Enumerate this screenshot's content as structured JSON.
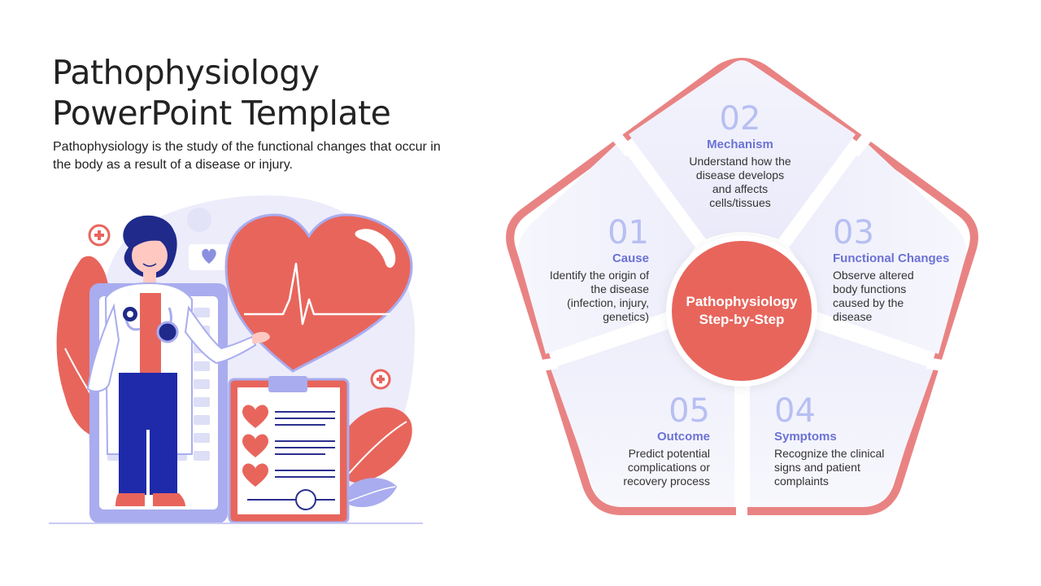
{
  "slide": {
    "title_line1": "Pathophysiology",
    "title_line2": "PowerPoint Template",
    "subtitle": "Pathophysiology is the study of the functional changes that occur in the body as a result of a disease or injury."
  },
  "diagram": {
    "center_label_line1": "Pathophysiology",
    "center_label_line2": "Step-by-Step",
    "steps": [
      {
        "number": "01",
        "label": "Cause",
        "description": "Identify the origin of\nthe disease\n(infection, injury,\ngenetics)"
      },
      {
        "number": "02",
        "label": "Mechanism",
        "description": "Understand how the\ndisease develops\nand affects\ncells/tissues"
      },
      {
        "number": "03",
        "label": "Functional Changes",
        "description": "Observe altered\nbody functions\ncaused by the\ndisease"
      },
      {
        "number": "04",
        "label": "Symptoms",
        "description": "Recognize the clinical\nsigns and patient\ncomplaints"
      },
      {
        "number": "05",
        "label": "Outcome",
        "description": "Predict potential\ncomplications or\nrecovery process"
      }
    ]
  },
  "colors": {
    "accent_coral": "#e8655c",
    "accent_lavender": "#6b72d4",
    "number_lavender": "#b7bff2",
    "border_pink": "#e98383",
    "text_dark": "#222222"
  },
  "illustration": {
    "subject": "doctor-with-heart-and-clipboard",
    "icons": [
      "heart-icon",
      "plus-badge-icon",
      "clipboard-icon",
      "leaf-icon"
    ]
  }
}
